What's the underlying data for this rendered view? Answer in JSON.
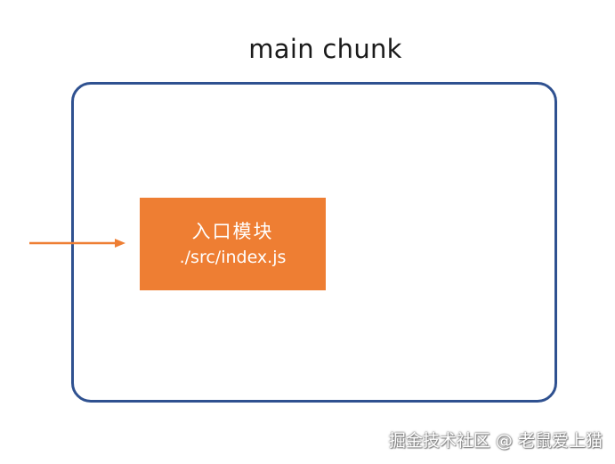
{
  "chunk": {
    "title": "main chunk"
  },
  "entry_module": {
    "label": "入口模块",
    "path": "./src/index.js"
  },
  "watermark": {
    "text": "掘金技术社区 @ 老鼠爱上猫"
  },
  "colors": {
    "chunk_border": "#2f5190",
    "module_fill": "#ee7e33",
    "arrow": "#ee7e33",
    "module_text": "#ffffff"
  }
}
